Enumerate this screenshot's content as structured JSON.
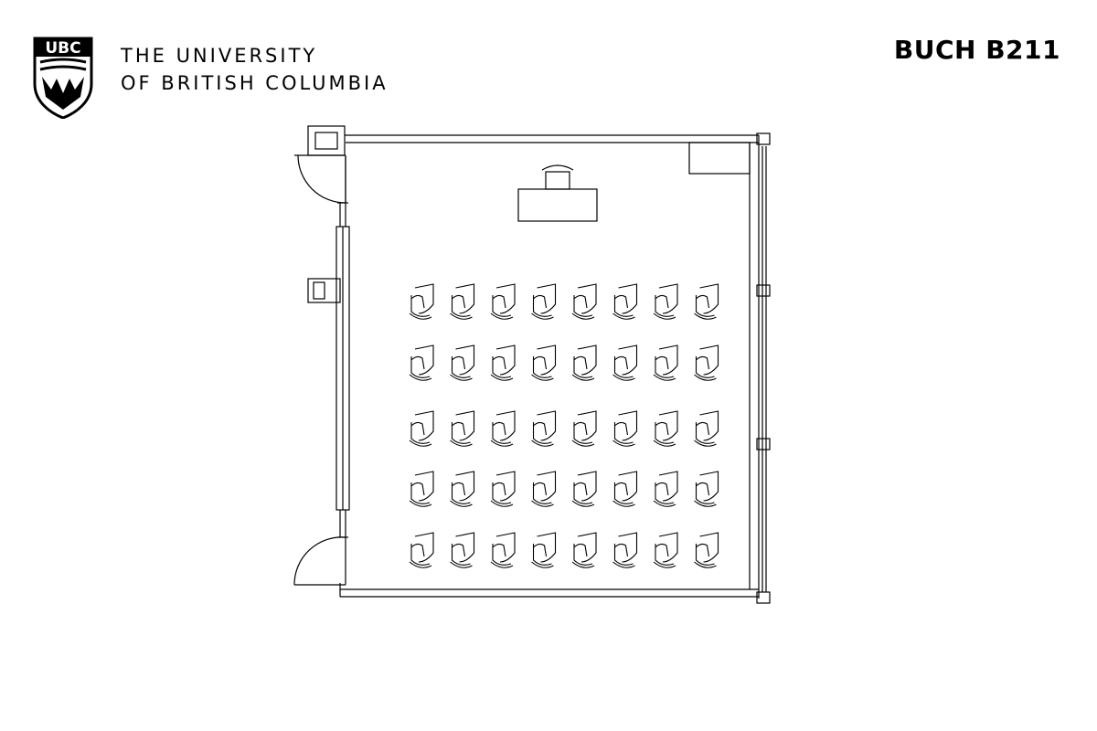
{
  "header": {
    "logo_text": "UBC",
    "university_line1": "THE UNIVERSITY",
    "university_line2": "OF BRITISH COLUMBIA",
    "room_code": "BUCH B211"
  },
  "floor_plan": {
    "seat_rows": 5,
    "seats_per_row": 8,
    "doors": 2,
    "lectern": true
  }
}
